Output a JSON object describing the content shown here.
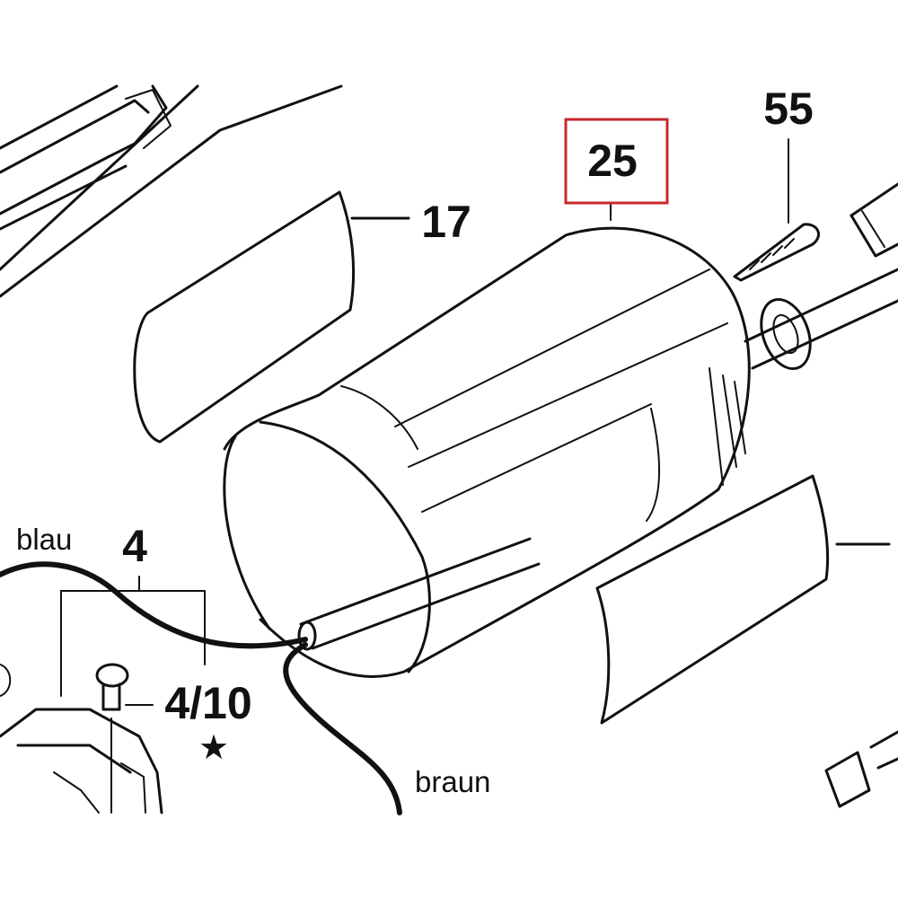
{
  "labels": {
    "part_25": "25",
    "part_55": "55",
    "part_17": "17",
    "part_4": "4",
    "part_4_10": "4/10",
    "star": "★",
    "wire_blue": "blau",
    "wire_brown": "braun"
  },
  "colors": {
    "highlight_box": "#c8282d",
    "ink": "#111111",
    "background": "#ffffff"
  }
}
